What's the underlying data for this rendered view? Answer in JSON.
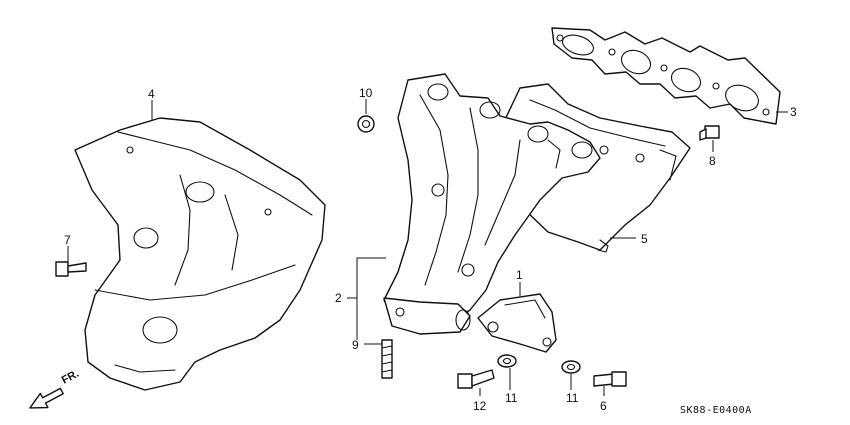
{
  "callouts": {
    "c1": "1",
    "c2": "2",
    "c3": "3",
    "c4": "4",
    "c5": "5",
    "c6": "6",
    "c7": "7",
    "c8": "8",
    "c9": "9",
    "c10": "10",
    "c11a": "11",
    "c11b": "11",
    "c12": "12"
  },
  "front_arrow_label": "FR.",
  "diagram_code": "SK88-E0400A"
}
